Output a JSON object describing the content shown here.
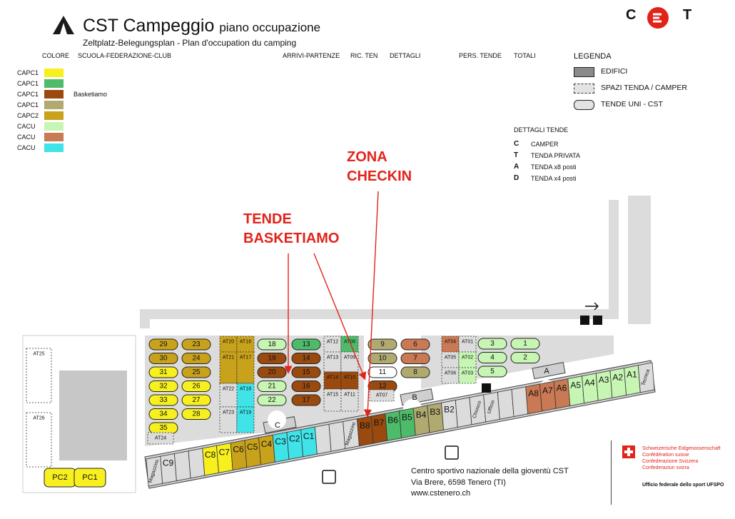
{
  "header": {
    "title_main": "CST Campeggio",
    "title_sub": "piano occupazione",
    "subtitle": "Zeltplatz-Belegungsplan - Plan d'occupation du camping",
    "columns": [
      "COLORE",
      "SCUOLA-FEDERAZIONE-CLUB",
      "ARRIVI-PARTENZE",
      "RIC. TEN",
      "DETTAGLI",
      "PERS. TENDE",
      "TOTALI"
    ]
  },
  "brand": {
    "letters": [
      "C",
      "T"
    ]
  },
  "legend": {
    "title": "LEGENDA",
    "items": [
      "EDIFICI",
      "SPAZI TENDA / CAMPER",
      "TENDE UNI - CST"
    ],
    "details_title": "DETTAGLI TENDE",
    "details": [
      {
        "key": "C",
        "label": "CAMPER"
      },
      {
        "key": "T",
        "label": "TENDA PRIVATA"
      },
      {
        "key": "A",
        "label": "TENDA x8 posti"
      },
      {
        "key": "D",
        "label": "TENDA x4 posti"
      }
    ]
  },
  "color_rows": [
    {
      "code": "CAPC1",
      "color": "#f7f01e",
      "club": ""
    },
    {
      "code": "CAPC1",
      "color": "#4ebb6a",
      "club": ""
    },
    {
      "code": "CAPC1",
      "color": "#9a4a0f",
      "club": "Basketiamo"
    },
    {
      "code": "CAPC1",
      "color": "#b0aa70",
      "club": ""
    },
    {
      "code": "CAPC2",
      "color": "#c9a21c",
      "club": ""
    },
    {
      "code": "CACU",
      "color": "#c6f5b4",
      "club": ""
    },
    {
      "code": "CACU",
      "color": "#c97953",
      "club": ""
    },
    {
      "code": "CACU",
      "color": "#3fe3e8",
      "club": ""
    }
  ],
  "annotations": {
    "zona_line1": "ZONA",
    "zona_line2": "CHECKIN",
    "tende_line1": "TENDE",
    "tende_line2": "BASKETIAMO"
  },
  "address": {
    "line1": "Centro sportivo nazionale della gioventù CST",
    "line2": "Via Brere, 6598 Tenero (TI)",
    "line3": "www.cstenero.ch"
  },
  "federal": {
    "line1": "Schweizerische Eidgenossenschaft",
    "line2": "Confédération suisse",
    "line3": "Confederazione Svizzera",
    "line4": "Confederaziun svizra",
    "office": "Ufficio federale dello sport UFSPO"
  },
  "map": {
    "colors": {
      "yellow": "#f7f01e",
      "green": "#4ebb6a",
      "brown": "#9a4a0f",
      "olive": "#b0aa70",
      "gold": "#c9a21c",
      "lightgreen": "#c6f5b4",
      "terracotta": "#c97953",
      "cyan": "#3fe3e8",
      "grey": "#dcdcdc",
      "building": "#8a8a8a",
      "white": "#ffffff"
    },
    "tents_left": [
      {
        "label": "29",
        "c": "gold"
      },
      {
        "label": "23",
        "c": "gold"
      },
      {
        "label": "30",
        "c": "gold"
      },
      {
        "label": "24",
        "c": "gold"
      },
      {
        "label": "31",
        "c": "yellow"
      },
      {
        "label": "25",
        "c": "gold"
      },
      {
        "label": "32",
        "c": "yellow"
      },
      {
        "label": "26",
        "c": "yellow"
      },
      {
        "label": "33",
        "c": "yellow"
      },
      {
        "label": "27",
        "c": "yellow"
      },
      {
        "label": "34",
        "c": "yellow"
      },
      {
        "label": "28",
        "c": "yellow"
      },
      {
        "label": "35",
        "c": "yellow"
      }
    ],
    "tents_mid": [
      {
        "label": "18",
        "c": "lightgreen"
      },
      {
        "label": "13",
        "c": "green"
      },
      {
        "label": "19",
        "c": "brown"
      },
      {
        "label": "14",
        "c": "brown"
      },
      {
        "label": "20",
        "c": "brown"
      },
      {
        "label": "15",
        "c": "brown"
      },
      {
        "label": "21",
        "c": "lightgreen"
      },
      {
        "label": "16",
        "c": "brown"
      },
      {
        "label": "22",
        "c": "lightgreen"
      },
      {
        "label": "17",
        "c": "brown"
      }
    ],
    "tents_right": [
      {
        "label": "9",
        "c": "olive"
      },
      {
        "label": "6",
        "c": "terracotta"
      },
      {
        "label": "10",
        "c": "olive"
      },
      {
        "label": "7",
        "c": "terracotta"
      },
      {
        "label": "11",
        "c": "white"
      },
      {
        "label": "8",
        "c": "olive"
      },
      {
        "label": "12",
        "c": "brown"
      }
    ],
    "tents_far": [
      {
        "label": "3",
        "c": "lightgreen"
      },
      {
        "label": "1",
        "c": "lightgreen"
      },
      {
        "label": "4",
        "c": "lightgreen"
      },
      {
        "label": "2",
        "c": "lightgreen"
      },
      {
        "label": "5",
        "c": "lightgreen"
      }
    ],
    "at_slots": [
      {
        "label": "AT20",
        "c": "gold"
      },
      {
        "label": "AT16",
        "c": "gold"
      },
      {
        "label": "AT21",
        "c": "gold"
      },
      {
        "label": "AT17",
        "c": "gold"
      },
      {
        "label": "AT22",
        "c": "grey"
      },
      {
        "label": "AT18",
        "c": "cyan"
      },
      {
        "label": "AT23",
        "c": "grey"
      },
      {
        "label": "AT19",
        "c": "cyan"
      },
      {
        "label": "AT12",
        "c": "grey"
      },
      {
        "label": "AT08",
        "c": "green"
      },
      {
        "label": "AT13",
        "c": "grey"
      },
      {
        "label": "AT09",
        "c": "grey"
      },
      {
        "label": "AT14",
        "c": "brown"
      },
      {
        "label": "AT10",
        "c": "brown"
      },
      {
        "label": "AT15",
        "c": "grey"
      },
      {
        "label": "AT11",
        "c": "grey"
      },
      {
        "label": "AT04",
        "c": "terracotta"
      },
      {
        "label": "AT01",
        "c": "grey"
      },
      {
        "label": "AT05",
        "c": "grey"
      },
      {
        "label": "AT02",
        "c": "lightgreen"
      },
      {
        "label": "AT06",
        "c": "grey"
      },
      {
        "label": "AT03",
        "c": "lightgreen"
      },
      {
        "label": "AT07",
        "c": "grey"
      },
      {
        "label": "AT24",
        "c": "grey"
      },
      {
        "label": "AT25",
        "c": "white"
      },
      {
        "label": "AT26",
        "c": "white"
      }
    ],
    "bungalow_row": [
      {
        "label": "Magazzino",
        "c": "grey",
        "vertical": true
      },
      {
        "label": "C9",
        "c": "grey"
      },
      {
        "label": "",
        "c": "grey"
      },
      {
        "label": "",
        "c": "grey"
      },
      {
        "label": "C8",
        "c": "yellow"
      },
      {
        "label": "C7",
        "c": "yellow"
      },
      {
        "label": "C6",
        "c": "gold"
      },
      {
        "label": "C5",
        "c": "gold"
      },
      {
        "label": "C4",
        "c": "gold"
      },
      {
        "label": "C3",
        "c": "cyan"
      },
      {
        "label": "C2",
        "c": "cyan"
      },
      {
        "label": "C1",
        "c": "cyan"
      },
      {
        "label": "",
        "c": "grey"
      },
      {
        "label": "",
        "c": "grey"
      },
      {
        "label": "Magazzino",
        "c": "grey",
        "vertical": true
      },
      {
        "label": "B8",
        "c": "brown"
      },
      {
        "label": "B7",
        "c": "brown"
      },
      {
        "label": "B6",
        "c": "green"
      },
      {
        "label": "B5",
        "c": "green"
      },
      {
        "label": "B4",
        "c": "olive"
      },
      {
        "label": "B3",
        "c": "olive"
      },
      {
        "label": "B2",
        "c": "grey"
      },
      {
        "label": "",
        "c": "grey"
      },
      {
        "label": "Chiosco",
        "c": "grey",
        "vertical": true
      },
      {
        "label": "Ufficio",
        "c": "grey",
        "vertical": true
      },
      {
        "label": "",
        "c": "grey"
      },
      {
        "label": "",
        "c": "grey"
      },
      {
        "label": "A8",
        "c": "terracotta"
      },
      {
        "label": "A7",
        "c": "terracotta"
      },
      {
        "label": "A6",
        "c": "terracotta"
      },
      {
        "label": "A5",
        "c": "lightgreen"
      },
      {
        "label": "A4",
        "c": "lightgreen"
      },
      {
        "label": "A3",
        "c": "lightgreen"
      },
      {
        "label": "A2",
        "c": "lightgreen"
      },
      {
        "label": "A1",
        "c": "lightgreen"
      },
      {
        "label": "Tecnica",
        "c": "grey",
        "vertical": true
      }
    ],
    "block_labels": [
      "A",
      "B",
      "C"
    ],
    "parking": [
      "PC2",
      "PC1"
    ]
  }
}
